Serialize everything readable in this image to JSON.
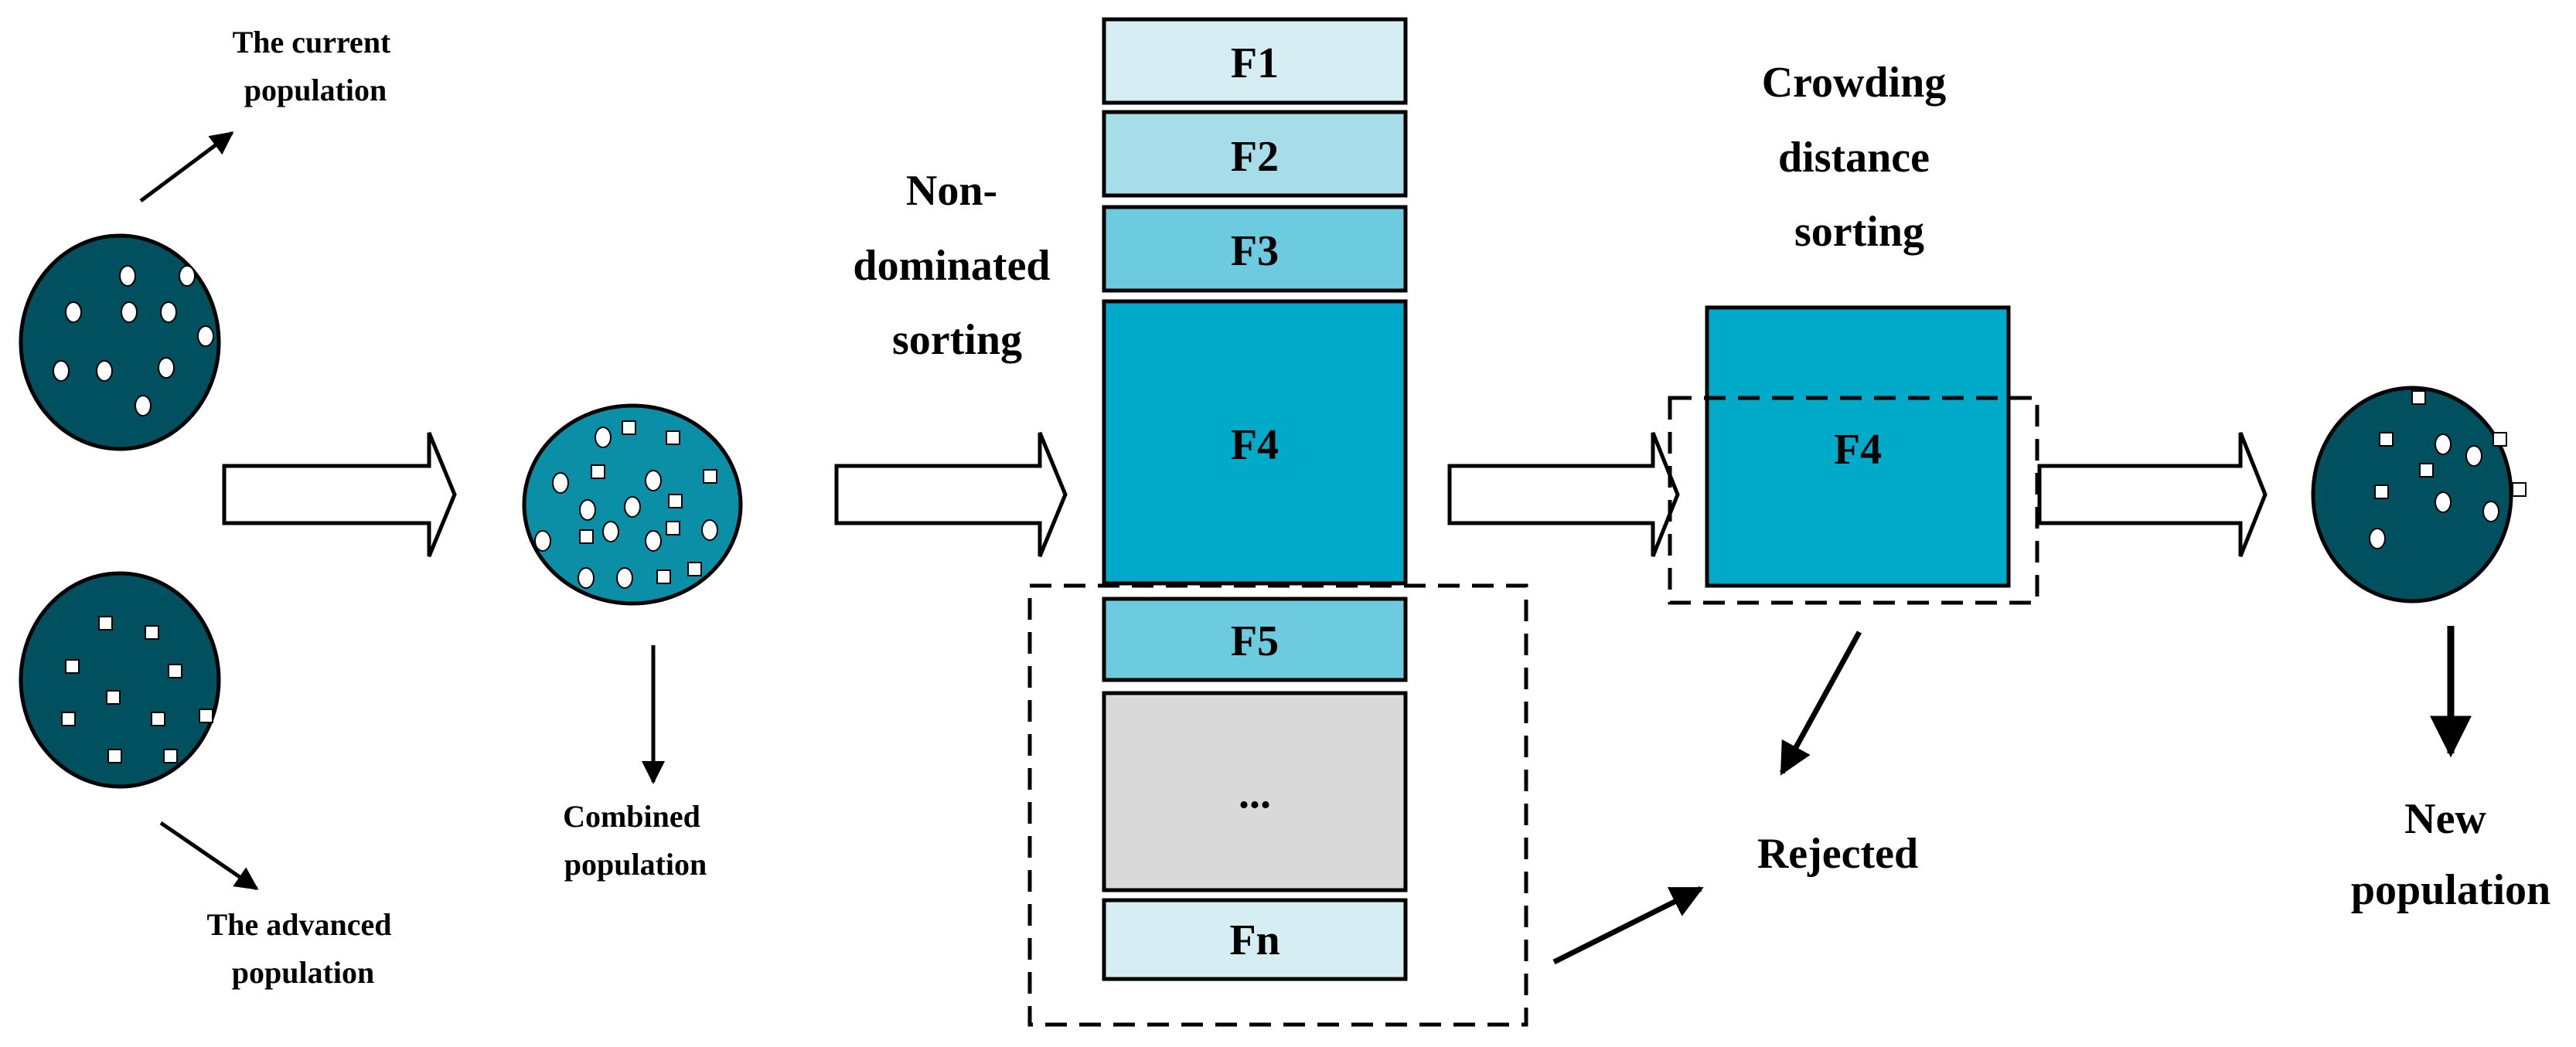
{
  "labels": {
    "current_population": [
      "The current",
      "population"
    ],
    "advanced_population": [
      "The advanced",
      "population"
    ],
    "combined_population": [
      "Combined",
      "population"
    ],
    "non_dominated_sorting": [
      "Non-",
      "dominated",
      "sorting"
    ],
    "crowding_distance_sorting": [
      "Crowding",
      "distance",
      "sorting"
    ],
    "rejected": "Rejected",
    "new_population": [
      "New",
      "population"
    ]
  },
  "fronts": [
    {
      "id": "f1",
      "label": "F1",
      "color": "#d5edf3"
    },
    {
      "id": "f2",
      "label": "F2",
      "color": "#a6dde9"
    },
    {
      "id": "f3",
      "label": "F3",
      "color": "#6ccbde"
    },
    {
      "id": "f4",
      "label": "F4",
      "color": "#00aac8"
    },
    {
      "id": "f5",
      "label": "F5",
      "color": "#6ccbde"
    },
    {
      "id": "ellipsis",
      "label": "...",
      "color": "#d9d9d9"
    },
    {
      "id": "fn",
      "label": "Fn",
      "color": "#d5edf3"
    }
  ],
  "crowding_front_label": "F4",
  "colors": {
    "population_dark": "#00505f",
    "population_combined": "#0a8fa6",
    "crowding_box": "#00aac8",
    "outline": "#000000"
  }
}
